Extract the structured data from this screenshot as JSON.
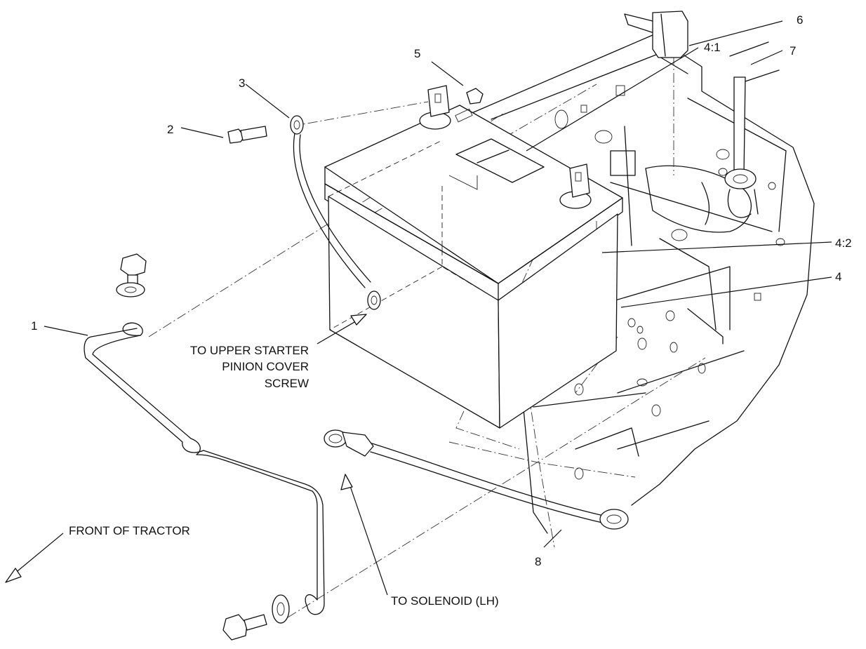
{
  "callouts": {
    "c1": "1",
    "c2": "2",
    "c3": "3",
    "c4": "4",
    "c4_1": "4:1",
    "c4_2": "4:2",
    "c5": "5",
    "c6": "6",
    "c7": "7",
    "c8": "8"
  },
  "notes": {
    "upper_starter_line1": "TO UPPER STARTER",
    "upper_starter_line2": "PINION COVER",
    "upper_starter_line3": "SCREW",
    "solenoid": "TO SOLENOID (LH)",
    "front": "FRONT OF TRACTOR"
  }
}
